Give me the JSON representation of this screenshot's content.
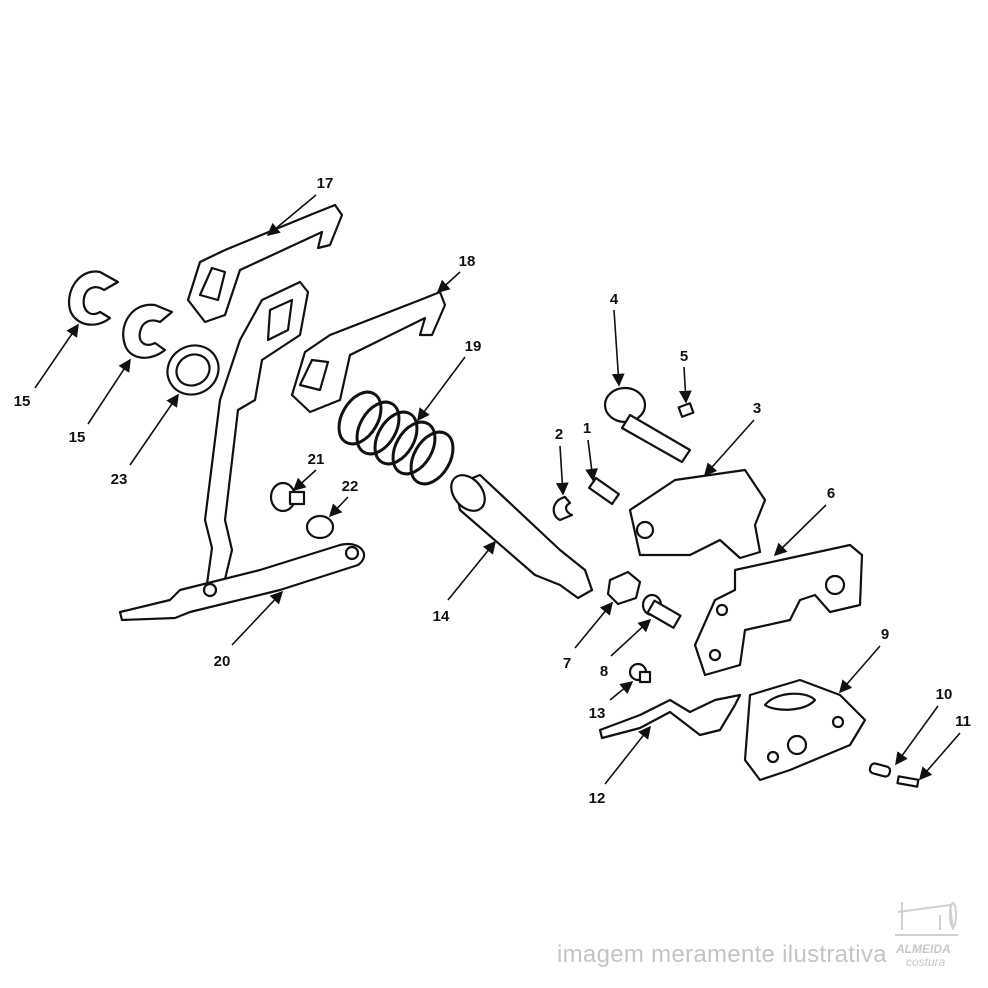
{
  "diagram": {
    "labels": [
      "17",
      "18",
      "19",
      "15",
      "15",
      "23",
      "21",
      "22",
      "20",
      "14",
      "4",
      "5",
      "3",
      "2",
      "1",
      "6",
      "7",
      "8",
      "9",
      "13",
      "12",
      "10",
      "11"
    ]
  },
  "watermark": {
    "text": "imagem meramente ilustrativa",
    "logo_brand": "ALMEIDA",
    "logo_sub": "costura"
  }
}
